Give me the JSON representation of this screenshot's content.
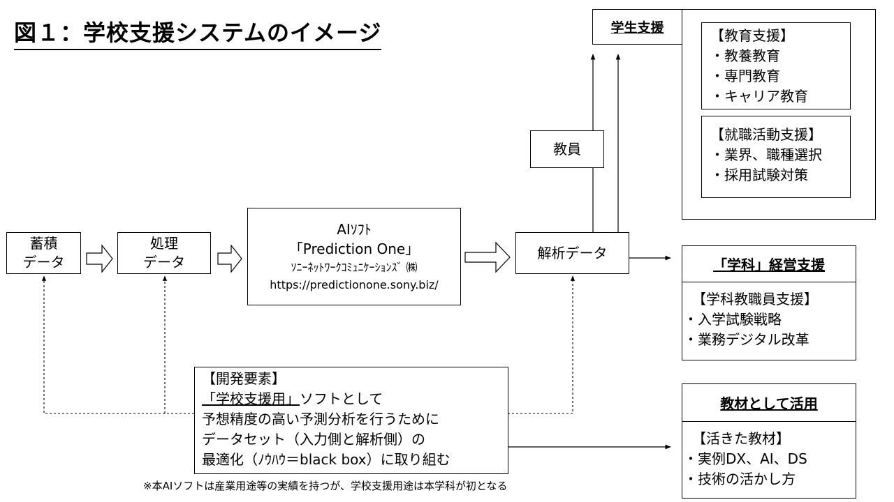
{
  "title": "図１：学校支援システムのイメージ",
  "flow": {
    "stored": [
      "蓄積",
      "データ"
    ],
    "processed": [
      "処理",
      "データ"
    ],
    "ai": {
      "line1": "AIｿﾌﾄ",
      "line2": "「Prediction One」",
      "line3": "ｿﾆｰﾈｯﾄﾜｰｸｺﾐｭﾆｹｰｼｮﾝｽﾞ ㈱",
      "line4": "https://predictionone.sony.biz/"
    },
    "analysis": "解析データ",
    "faculty": "教員"
  },
  "student_support": {
    "header": "学生支援",
    "education": {
      "heading": "【教育支援】",
      "items": [
        "・教養教育",
        "・専門教育",
        "・キャリア教育"
      ]
    },
    "career": {
      "heading": "【就職活動支援】",
      "items": [
        "・業界、職種選択",
        "・採用試験対策"
      ]
    }
  },
  "dept_support": {
    "header": "「学科」経営支援",
    "heading": "【学科教職員支援】",
    "items": [
      "・入学試験戦略",
      "・業務デジタル改革"
    ]
  },
  "teaching": {
    "header": "教材として活用",
    "heading": "【活きた教材】",
    "items": [
      "・実例DX、AI、DS",
      "・技術の活かし方"
    ]
  },
  "dev": {
    "heading": "【開発要素】",
    "line1_u": "「学校支援用」",
    "line1_rest": "ソフトとして",
    "line2": "予想精度の高い予測分析を行うために",
    "line3": "データセット（入力側と解析側）の",
    "line4": "最適化（ﾉｳﾊｳ＝black box）に取り組む"
  },
  "footnote": "※本AIソフトは産業用途等の実績を持つが、学校支援用途は本学科が初となる"
}
